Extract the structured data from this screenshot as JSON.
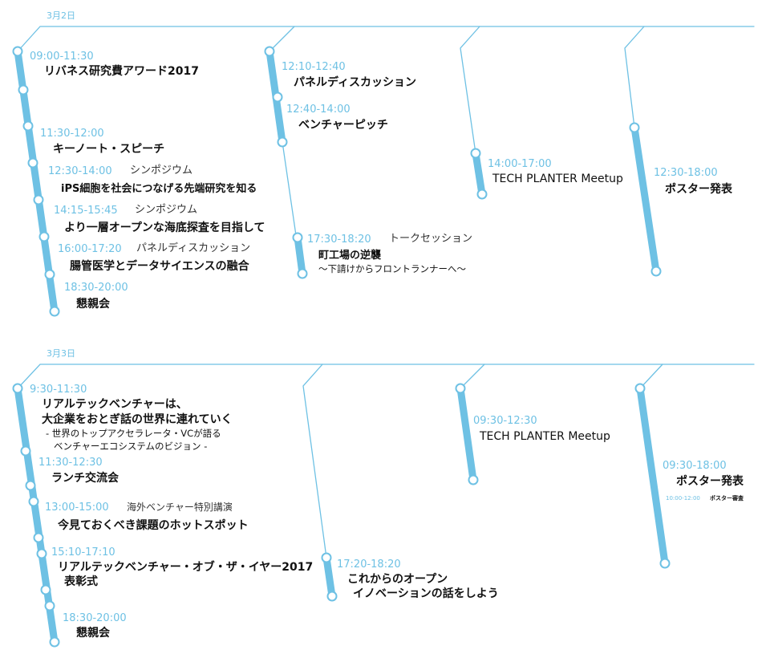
{
  "colors": {
    "accent": "#6ec1e4",
    "text": "#111111"
  },
  "day1": {
    "label": "3月2日",
    "track1": [
      {
        "time": "09:00-11:30",
        "title": "リバネス研究費アワード2017"
      },
      {
        "time": "11:30-12:00",
        "title": "キーノート・スピーチ"
      },
      {
        "time": "12:30-14:00",
        "category": "シンポジウム",
        "title": "iPS細胞を社会につなげる先端研究を知る"
      },
      {
        "time": "14:15-15:45",
        "category": "シンポジウム",
        "title": "より一層オープンな海底探査を目指して"
      },
      {
        "time": "16:00-17:20",
        "category": "パネルディスカッション",
        "title": "腸管医学とデータサイエンスの融合"
      },
      {
        "time": "18:30-20:00",
        "title": "懇親会"
      }
    ],
    "track2": [
      {
        "time": "12:10-12:40",
        "title": "パネルディスカッション"
      },
      {
        "time": "12:40-14:00",
        "title": "ベンチャーピッチ"
      },
      {
        "time": "17:30-18:20",
        "category": "トークセッション",
        "title": "町工場の逆襲",
        "subtitle": "〜下請けからフロントランナーへ〜"
      }
    ],
    "track3": [
      {
        "time": "14:00-17:00",
        "title": "TECH PLANTER Meetup"
      }
    ],
    "track4": [
      {
        "time": "12:30-18:00",
        "title": "ポスター発表"
      }
    ]
  },
  "day2": {
    "label": "3月3日",
    "track1": [
      {
        "time": "9:30-11:30",
        "title_line1": "リアルテックベンチャーは、",
        "title_line2": "大企業をおとぎ話の世界に連れていく",
        "sub_line1": "- 世界のトップアクセラレータ・VCが語る",
        "sub_line2": "ベンチャーエコシステムのビジョン -"
      },
      {
        "time": "11:30-12:30",
        "title": "ランチ交流会"
      },
      {
        "time": "13:00-15:00",
        "category": "海外ベンチャー特別講演",
        "title": "今見ておくべき課題のホットスポット"
      },
      {
        "time": "15:10-17:10",
        "title_line1": "リアルテックベンチャー・オブ・ザ・イヤー2017",
        "title_line2": "表彰式"
      },
      {
        "time": "18:30-20:00",
        "title": "懇親会"
      }
    ],
    "track2": [
      {
        "time": "17:20-18:20",
        "title_line1": "これからのオープン",
        "title_line2": "イノベーションの話をしよう"
      }
    ],
    "track3": [
      {
        "time": "09:30-12:30",
        "title": "TECH PLANTER Meetup"
      }
    ],
    "track4": [
      {
        "time": "09:30-18:00",
        "title": "ポスター発表",
        "small_time": "10:00-12:00",
        "small_title": "ポスター審査"
      }
    ]
  }
}
